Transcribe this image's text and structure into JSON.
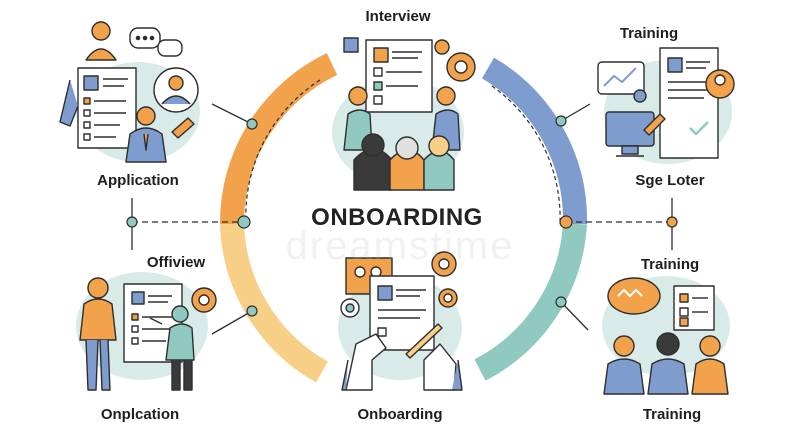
{
  "center": {
    "title": "ONBOARDING"
  },
  "watermark": "dreamstime",
  "labels": {
    "top": "Interview",
    "top_left": "Application",
    "top_right": "Training",
    "right_mid": "Sge Loter",
    "left_mid": "Offiview",
    "right_lower": "Training",
    "bottom_left": "Onplcation",
    "bottom": "Onboarding",
    "bottom_right": "Training"
  },
  "colors": {
    "orange": "#f2a24a",
    "light_orange": "#f7cf86",
    "blue": "#7f9ccf",
    "teal": "#8fc9c0",
    "line": "#2e2e2e",
    "bg_blob": "#d8ebe9"
  },
  "icons": [
    "gear-icon",
    "chat-bubble-icon",
    "checklist-icon",
    "monitor-icon",
    "chart-icon",
    "pen-icon",
    "person-icon"
  ]
}
